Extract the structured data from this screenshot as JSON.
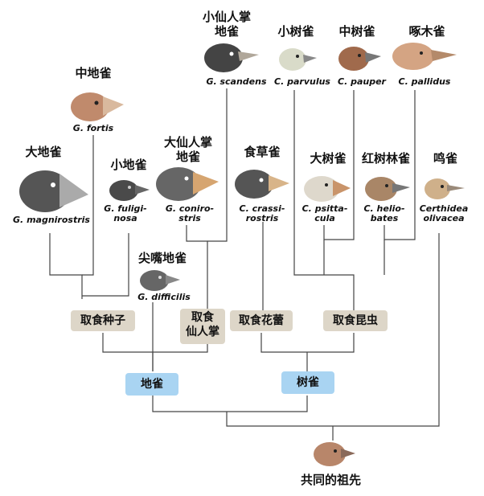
{
  "species": [
    {
      "id": "g-scandens",
      "chinese": "小仙人掌\n地雀",
      "latin": "G. scandens"
    },
    {
      "id": "c-parvulus",
      "chinese": "小树雀",
      "latin": "C. parvulus"
    },
    {
      "id": "c-pauper",
      "chinese": "中树雀",
      "latin": "C. pauper"
    },
    {
      "id": "c-pallidus",
      "chinese": "啄木雀",
      "latin": "C. pallidus"
    },
    {
      "id": "g-fortis",
      "chinese": "中地雀",
      "latin": "G. fortis"
    },
    {
      "id": "g-magnirostris",
      "chinese": "大地雀",
      "latin": "G. magnirostris"
    },
    {
      "id": "g-fuliginosa",
      "chinese": "小地雀",
      "latin": "G. fuligi-\nnosa"
    },
    {
      "id": "g-conirostris",
      "chinese": "大仙人掌\n地雀",
      "latin": "G. coniro-\nstris"
    },
    {
      "id": "c-crassirostris",
      "chinese": "食草雀",
      "latin": "C. crassi-\nrostris"
    },
    {
      "id": "c-psittacula",
      "chinese": "大树雀",
      "latin": "C. psitta-\ncula"
    },
    {
      "id": "c-heliobates",
      "chinese": "红树林雀",
      "latin": "C. helio-\nbates"
    },
    {
      "id": "certhidea-olivacea",
      "chinese": "鸣雀",
      "latin": "Certhidea\nolivacea"
    },
    {
      "id": "g-difficilis",
      "chinese": "尖嘴地雀",
      "latin": "G. difficilis"
    }
  ],
  "diets": {
    "seeds": "取食种子",
    "cactus": "取食\n仙人掌",
    "buds": "取食花蕾",
    "insects": "取食昆虫"
  },
  "groups": {
    "ground": "地雀",
    "tree": "树雀"
  },
  "root": "共同的祖先",
  "colors": {
    "diet_box": "#ddd6c8",
    "group_box": "#a9d4f2",
    "line": "#333333"
  }
}
